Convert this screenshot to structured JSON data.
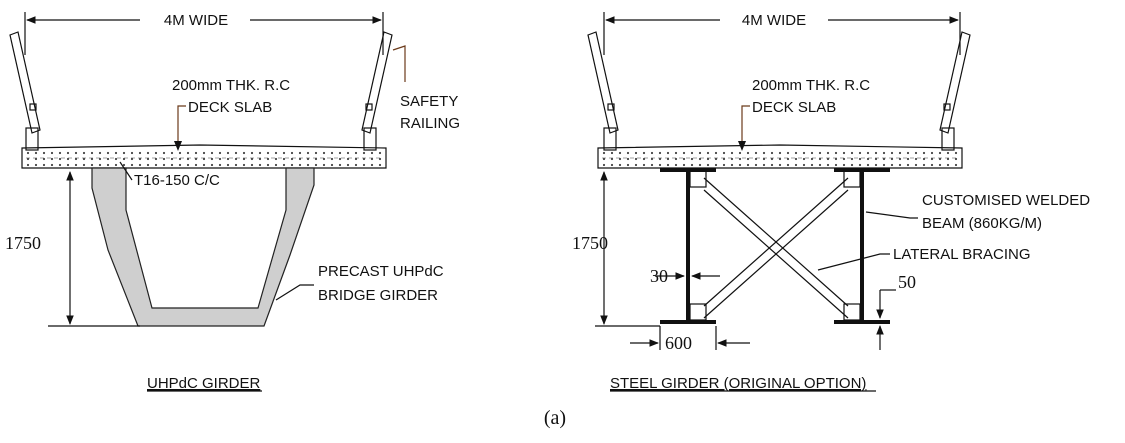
{
  "left": {
    "width_label": "4M WIDE",
    "slab_label_1": "200mm THK. R.C",
    "slab_label_2": "DECK SLAB",
    "railing_label_1": "SAFETY",
    "railing_label_2": "RAILING",
    "rebar_label": "T16-150 C/C",
    "depth_label": "1750",
    "girder_label_1": "PRECAST UHPdC",
    "girder_label_2": "BRIDGE GIRDER",
    "title": "UHPdC GIRDER"
  },
  "right": {
    "width_label": "4M WIDE",
    "slab_label_1": "200mm THK. R.C",
    "slab_label_2": "DECK SLAB",
    "beam_label_1": "CUSTOMISED WELDED",
    "beam_label_2": "BEAM (860KG/M)",
    "bracing_label": "LATERAL BRACING",
    "depth_label": "1750",
    "web_label": "30",
    "flange_thk_label": "50",
    "flange_width_label": "600",
    "title": "STEEL GIRDER (ORIGINAL OPTION)"
  },
  "caption": "(a)"
}
